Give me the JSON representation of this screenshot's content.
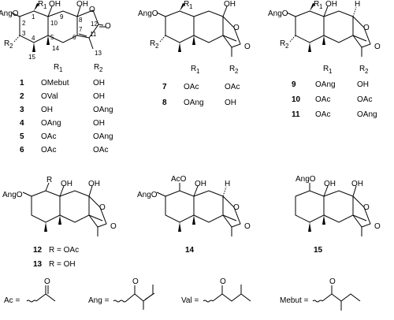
{
  "structureA": {
    "atoms": {
      "angO": "AngO",
      "r1": "R",
      "r1sub": "1",
      "oh1": "OH",
      "oh2": "OH",
      "r2": "R",
      "r2sub": "2",
      "carbonylO": "O",
      "ringO": "O"
    },
    "locants": [
      "1",
      "2",
      "3",
      "4",
      "5",
      "6",
      "7",
      "8",
      "9",
      "10",
      "11",
      "12",
      "13",
      "14",
      "15"
    ],
    "table": {
      "col1": "R",
      "col1sub": "1",
      "col2": "R",
      "col2sub": "2",
      "rows": [
        {
          "id": "1",
          "r1": "OMebut",
          "r2": "OH"
        },
        {
          "id": "2",
          "r1": "OVal",
          "r2": "OH"
        },
        {
          "id": "3",
          "r1": "OH",
          "r2": "OAng"
        },
        {
          "id": "4",
          "r1": "OAng",
          "r2": "OH"
        },
        {
          "id": "5",
          "r1": "OAc",
          "r2": "OAng"
        },
        {
          "id": "6",
          "r1": "OAc",
          "r2": "OAc"
        }
      ]
    }
  },
  "structureB": {
    "atoms": {
      "angO": "AngO",
      "r1": "R",
      "r1sub": "1",
      "oh": "OH",
      "r2": "R",
      "r2sub": "2",
      "carbonylO": "O",
      "ringO": "O"
    },
    "table": {
      "col1": "R",
      "col1sub": "1",
      "col2": "R",
      "col2sub": "2",
      "rows": [
        {
          "id": "7",
          "r1": "OAc",
          "r2": "OAc"
        },
        {
          "id": "8",
          "r1": "OAng",
          "r2": "OH"
        }
      ]
    }
  },
  "structureC": {
    "atoms": {
      "angO": "AngO",
      "r1": "R",
      "r1sub": "1",
      "oh": "OH",
      "h": "H",
      "r2": "R",
      "r2sub": "2",
      "carbonylO": "O",
      "ringO": "O"
    },
    "table": {
      "col1": "R",
      "col1sub": "1",
      "col2": "R",
      "col2sub": "2",
      "rows": [
        {
          "id": "9",
          "r1": "OAng",
          "r2": "OH"
        },
        {
          "id": "10",
          "r1": "OAc",
          "r2": "OAc"
        },
        {
          "id": "11",
          "r1": "OAc",
          "r2": "OAng"
        }
      ]
    }
  },
  "structureD": {
    "atoms": {
      "r": "R",
      "angO": "AngO",
      "oh1": "OH",
      "oh2": "OH",
      "carbonylO": "O",
      "ringO": "O"
    },
    "entries": [
      {
        "id": "12",
        "text": "R = OAc"
      },
      {
        "id": "13",
        "text": "R = OH"
      }
    ]
  },
  "structureE": {
    "atoms": {
      "acO": "AcO",
      "angO": "AngO",
      "oh": "OH",
      "h": "H",
      "carbonylO": "O",
      "ringO": "O"
    },
    "id": "14"
  },
  "structureF": {
    "atoms": {
      "angO": "AngO",
      "oh1": "OH",
      "oh2": "OH",
      "carbonylO": "O",
      "ringO": "O"
    },
    "id": "15"
  },
  "legend": {
    "ac": {
      "label": "Ac =",
      "o": "O"
    },
    "ang": {
      "label": "Ang =",
      "o": "O"
    },
    "val": {
      "label": "Val =",
      "o": "O"
    },
    "mebut": {
      "label": "Mebut =",
      "o": "O"
    }
  }
}
